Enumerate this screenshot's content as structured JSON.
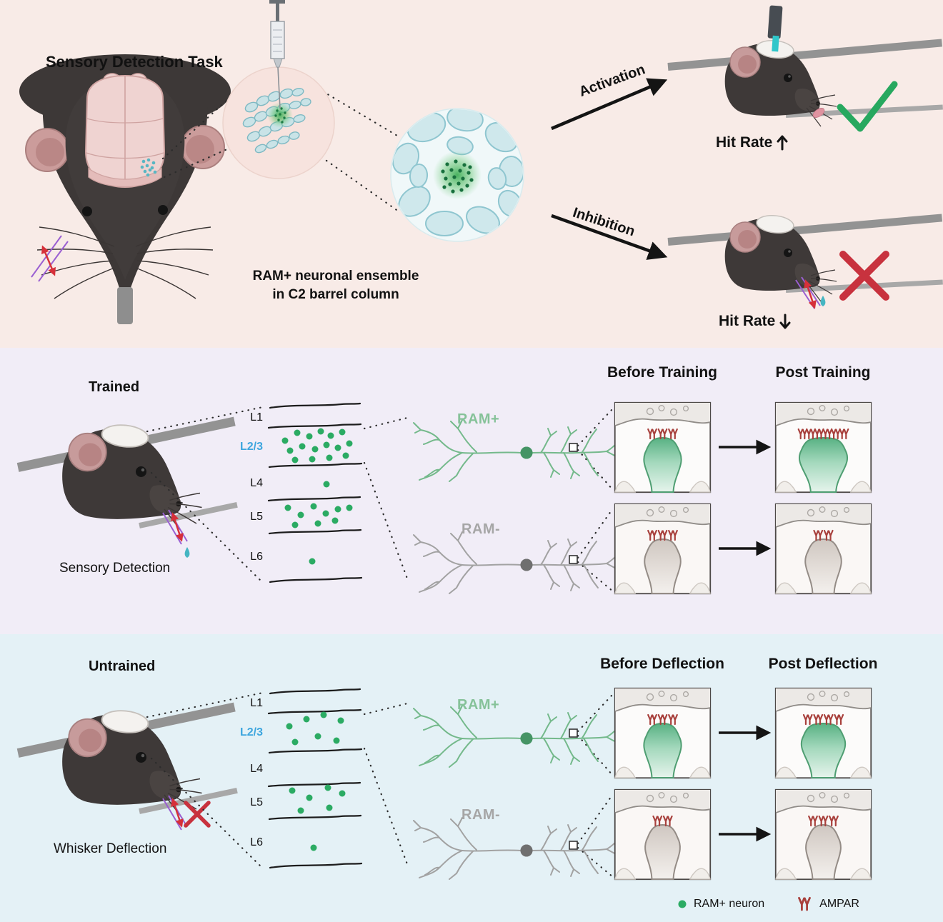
{
  "top_panel": {
    "title": "Sensory Detection Task",
    "caption_line1": "RAM+ neuronal ensemble",
    "caption_line2": "in C2 barrel column",
    "activation": "Activation",
    "inhibition": "Inhibition",
    "hit_rate_up": "Hit Rate",
    "hit_rate_down": "Hit Rate"
  },
  "trained_panel": {
    "title": "Trained",
    "caption": "Sensory Detection",
    "layers": [
      "L1",
      "L2/3",
      "L4",
      "L5",
      "L6"
    ],
    "ram_plus": "RAM+",
    "ram_minus": "RAM-",
    "before": "Before Training",
    "post": "Post Training",
    "synapses": {
      "ram_plus_before": 3,
      "ram_plus_post": 6,
      "ram_minus_before": 3,
      "ram_minus_post": 2
    }
  },
  "untrained_panel": {
    "title": "Untrained",
    "caption": "Whisker Deflection",
    "layers": [
      "L1",
      "L2/3",
      "L4",
      "L5",
      "L6"
    ],
    "ram_plus": "RAM+",
    "ram_minus": "RAM-",
    "before": "Before Deflection",
    "post": "Post Deflection",
    "synapses": {
      "ram_plus_before": 3,
      "ram_plus_post": 4,
      "ram_minus_before": 2,
      "ram_minus_post": 3
    }
  },
  "legend": {
    "ram_neuron": "RAM+ neuron",
    "ampar": "AMPAR"
  },
  "colors": {
    "green": "#2bab63",
    "ram_plus_label": "#86c299",
    "ram_minus_label": "#a6a6a6",
    "layer_l23": "#3ea6de",
    "check": "#27a85f",
    "cross": "#c8323e",
    "ampar": "#a8403c"
  }
}
